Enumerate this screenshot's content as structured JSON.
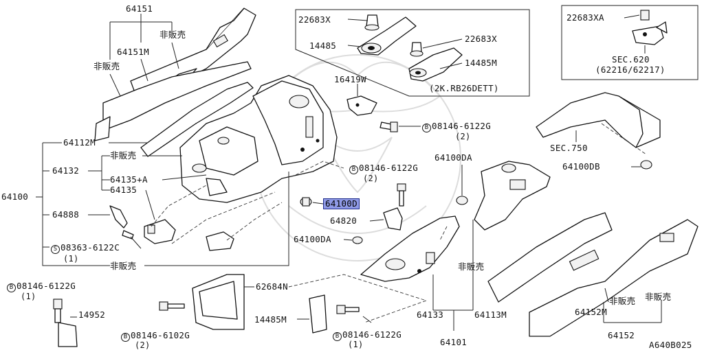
{
  "callouts": {
    "p64151": "64151",
    "p64151M": "64151M",
    "hanbai_1": "非販売",
    "hanbai_2": "非販売",
    "p64112M": "64112M",
    "p64100": "64100",
    "p64132": "64132",
    "hanbai_3": "非販売",
    "p64135plusA": "64135+A",
    "p64135": "64135",
    "p64888": "64888",
    "p08363_6122C": "08363-6122C",
    "p08363_qty": "(1)",
    "hanbai_4": "非販売",
    "p22683X_a": "22683X",
    "p14485": "14485",
    "p22683X_b": "22683X",
    "p14485M_top": "14485M",
    "engine_note": "(2K.RB26DETT)",
    "p22683XA": "22683XA",
    "sec620": "SEC.620",
    "sec620_refs": "(62216/62217)",
    "p16419W": "16419W",
    "p08146_6122G_a": "08146-6122G",
    "qty_a": "(2)",
    "sec750": "SEC.750",
    "p64100DB": "64100DB",
    "p08146_6122G_b": "08146-6122G",
    "qty_b": "(2)",
    "p64100DA_top": "64100DA",
    "p64100D": "64100D",
    "p64820": "64820",
    "p64100DA_left": "64100DA",
    "hanbai_5": "非販売",
    "p08146_6122G_c": "08146-6122G",
    "qty_c": "(1)",
    "p14952": "14952",
    "p62684N": "62684N",
    "p14485M_bottom": "14485M",
    "p64133": "64133",
    "p64113M": "64113M",
    "hanbai_6": "非販売",
    "hanbai_7": "非販売",
    "p64152M": "64152M",
    "p64152": "64152",
    "p08146_6102G": "08146-6102G",
    "qty_d": "(2)",
    "p08146_6122G_d": "08146-6122G",
    "qty_e": "(1)",
    "p64101": "64101",
    "diagram_code": "A640B025"
  },
  "bolt_symbol": "B",
  "screw_symbol": "S",
  "highlight_color": "#8f9ae6"
}
